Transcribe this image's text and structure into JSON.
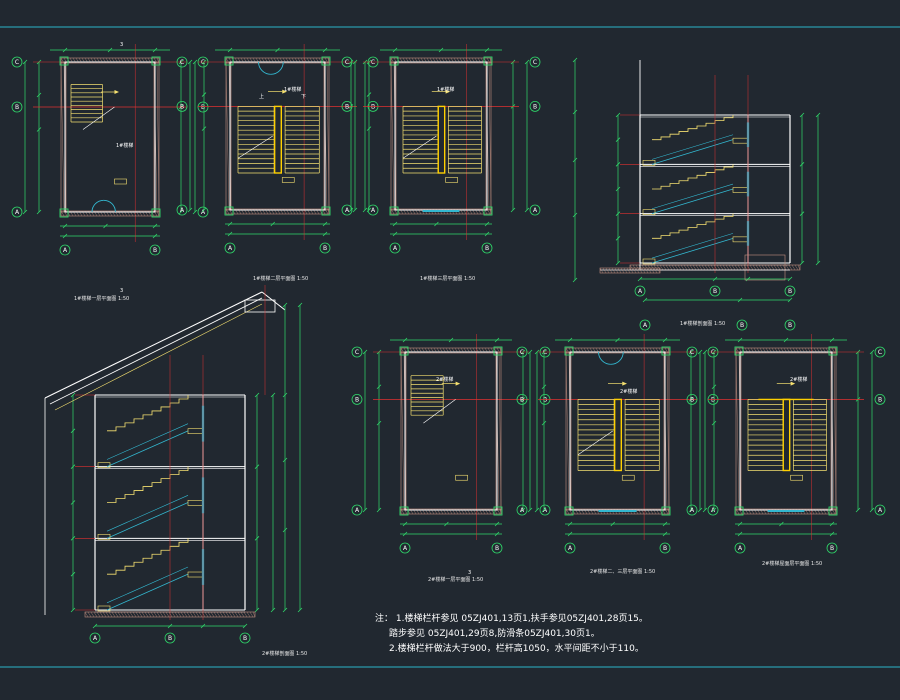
{
  "drawing": {
    "sheet_number": "3",
    "axis_markers": [
      "A",
      "B",
      "C"
    ],
    "notes": {
      "prefix": "注：",
      "lines": [
        "1.楼梯栏杆参见 05ZJ401,13页1,扶手参见05ZJ401,28页15。",
        "  踏步参见 05ZJ401,29页8,防滑条05ZJ401,30页1。",
        "2.楼梯栏杆做法大于900，栏杆高1050，水平间距不小于110。"
      ]
    },
    "room_labels": {
      "stair_1": "1#楼梯",
      "stair_2": "2#楼梯",
      "up": "上",
      "down": "下"
    },
    "view_captions": [
      "1#楼梯一层平面图 1:50",
      "1#楼梯二层平面图 1:50",
      "1#楼梯三层平面图 1:50",
      "1#楼梯剖面图 1:50",
      "2#楼梯剖面图 1:50",
      "2#楼梯一层平面图 1:50",
      "2#楼梯二、三层平面图 1:50",
      "2#楼梯屋面层平面图 1:50"
    ],
    "colors": {
      "background": "#212830",
      "wall": "#ffffff",
      "dimension": "#2fd96a",
      "grid": "#e03030",
      "stair": "#f5e070",
      "handrail": "#ffd000",
      "window": "#33b8d0",
      "hatch": "#c49080",
      "frame": "#2bb3c8"
    }
  }
}
